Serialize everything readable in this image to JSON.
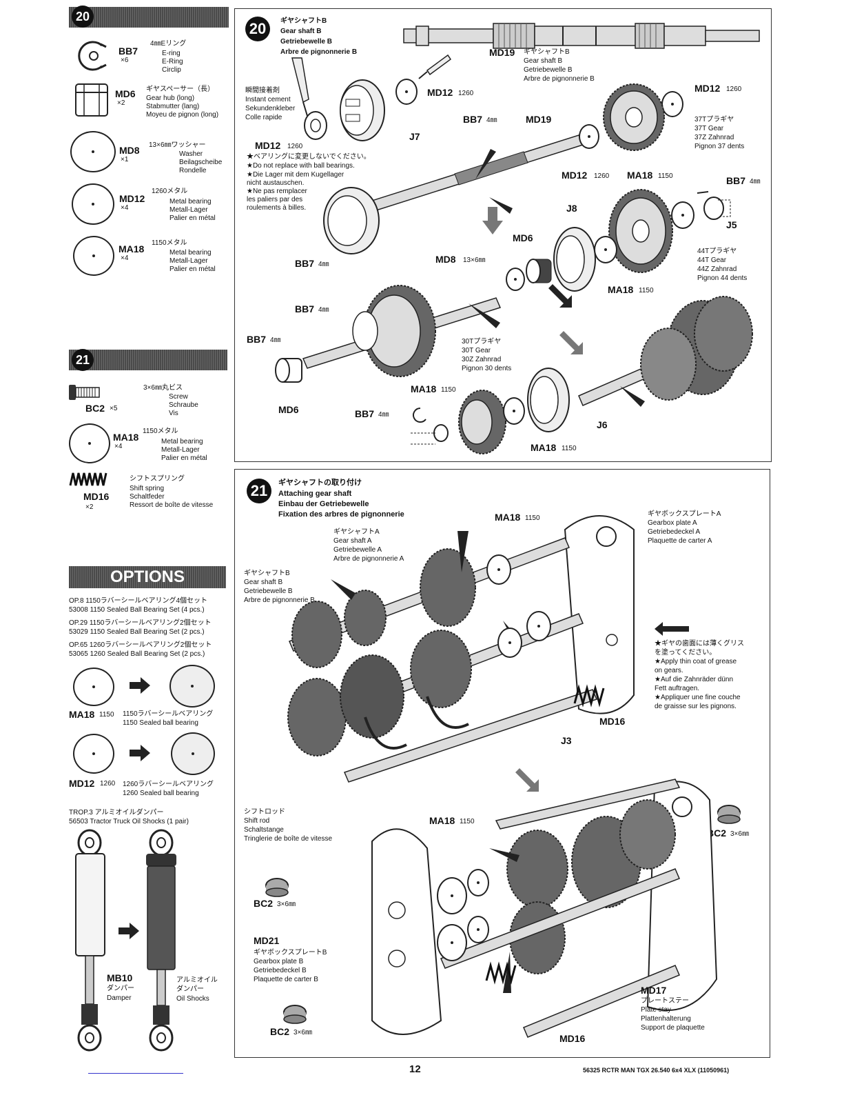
{
  "page_number": "12",
  "footer": "56325 RCTR MAN TGX 26.540 6x4 XLX (11050961)",
  "left": {
    "step20": {
      "num": "20",
      "parts": [
        {
          "code": "BB7",
          "qty": "×6",
          "size": "4㎜Eリング",
          "names": [
            "E-ring",
            "E-Ring",
            "Circlip"
          ]
        },
        {
          "code": "MD6",
          "qty": "×2",
          "size": "ギヤスペーサー（長）",
          "names": [
            "Gear hub (long)",
            "Stabmutter (lang)",
            "Moyeu de pignon (long)"
          ]
        },
        {
          "code": "MD8",
          "qty": "×1",
          "size": "13×6㎜ワッシャー",
          "names": [
            "Washer",
            "Beilagscheibe",
            "Rondelle"
          ]
        },
        {
          "code": "MD12",
          "qty": "×4",
          "size": "1260メタル",
          "names": [
            "Metal bearing",
            "Metall-Lager",
            "Palier en métal"
          ]
        },
        {
          "code": "MA18",
          "qty": "×4",
          "size": "1150メタル",
          "names": [
            "Metal bearing",
            "Metall-Lager",
            "Palier en métal"
          ]
        }
      ]
    },
    "step21": {
      "num": "21",
      "parts": [
        {
          "code": "BC2",
          "qty": "×5",
          "size": "3×6㎜丸ビス",
          "names": [
            "Screw",
            "Schraube",
            "Vis"
          ]
        },
        {
          "code": "MA18",
          "qty": "×4",
          "size": "1150メタル",
          "names": [
            "Metal bearing",
            "Metall-Lager",
            "Palier en métal"
          ]
        },
        {
          "code": "MD16",
          "qty": "×2",
          "size": "シフトスプリング",
          "names": [
            "Shift spring",
            "Schaltfeder",
            "Ressort de boîte de vitesse"
          ]
        }
      ]
    },
    "options": {
      "title": "OPTIONS",
      "lines": [
        "OP.8 1150ラバーシールベアリング4個セット",
        "53008 1150 Sealed Ball Bearing Set (4 pcs.)",
        "OP.29 1150ラバーシールベアリング2個セット",
        "53029 1150 Sealed Ball Bearing Set (2 pcs.)",
        "OP.65 1260ラバーシールベアリング2個セット",
        "53065 1260 Sealed Ball Bearing Set (2 pcs.)"
      ],
      "ma18": {
        "code": "MA18",
        "size": "1150",
        "jp": "1150ラバーシールベアリング",
        "en": "1150 Sealed ball bearing"
      },
      "md12": {
        "code": "MD12",
        "size": "1260",
        "jp": "1260ラバーシールベアリング",
        "en": "1260 Sealed ball bearing"
      },
      "trop_jp": "TROP.3 アルミオイルダンパー",
      "trop_en": "56503 Tractor Truck Oil Shocks (1 pair)",
      "mb10": "MB10",
      "damper_jp": "ダンパー",
      "damper_en": "Damper",
      "oil_jp1": "アルミオイル",
      "oil_jp2": "ダンパー",
      "oil_en": "Oil Shocks"
    }
  },
  "panel20": {
    "num": "20",
    "title": [
      "ギヤシャフトB",
      "Gear shaft B",
      "Getriebewelle B",
      "Arbre de pignonnerie B"
    ],
    "md19": {
      "code": "MD19",
      "lines": [
        "ギヤシャフトB",
        "Gear shaft B",
        "Getriebewelle B",
        "Arbre de pignonnerie B"
      ]
    },
    "cement": [
      "瞬間接着剤",
      "Instant cement",
      "Sekundenkleber",
      "Colle rapide"
    ],
    "note": [
      "★ベアリングに変更しないでください。",
      "★Do not replace with ball bearings.",
      "★Die Lager mit dem Kugellager",
      "nicht austauschen.",
      "★Ne pas remplacer",
      "les paliers par des",
      "roulements à billes."
    ],
    "gear37": [
      "37Tプラギヤ",
      "37T Gear",
      "37Z Zahnrad",
      "Pignon 37 dents"
    ],
    "gear44": [
      "44Tプラギヤ",
      "44T Gear",
      "44Z Zahnrad",
      "Pignon 44 dents"
    ],
    "gear30": [
      "30Tプラギヤ",
      "30T Gear",
      "30Z Zahnrad",
      "Pignon 30 dents"
    ],
    "labels": {
      "md12": "MD12",
      "s1260": "1260",
      "s1150": "1150",
      "bb7": "BB7",
      "mm4": "4㎜",
      "md19": "MD19",
      "ma18": "MA18",
      "j7": "J7",
      "j8": "J8",
      "j5": "J5",
      "j6": "J6",
      "md6": "MD6",
      "md8": "MD8",
      "md8size": "13×6㎜"
    }
  },
  "panel21": {
    "num": "21",
    "title": [
      "ギヤシャフトの取り付け",
      "Attaching gear shaft",
      "Einbau der Getriebewelle",
      "Fixation des arbres de pignonnerie"
    ],
    "shaftA": [
      "ギヤシャフトA",
      "Gear shaft A",
      "Getriebewelle A",
      "Arbre de pignonnerie A"
    ],
    "shaftB": [
      "ギヤシャフトB",
      "Gear shaft B",
      "Getriebewelle B",
      "Arbre de pignonnerie B"
    ],
    "plateA": [
      "ギヤボックスプレートA",
      "Gearbox plate A",
      "Getriebedeckel A",
      "Plaquette de carter A"
    ],
    "grease": [
      "★ギヤの歯面には薄くグリス",
      "を塗ってください。",
      "★Apply thin coat of grease",
      "on gears.",
      "★Auf die Zahnräder dünn",
      "Fett auftragen.",
      "★Appliquer une fine couche",
      "de graisse sur les pignons."
    ],
    "shiftrod": [
      "シフトロッド",
      "Shift rod",
      "Schaltstange",
      "Tringlerie de boîte de vitesse"
    ],
    "md21": [
      "MD21",
      "ギヤボックスプレートB",
      "Gearbox plate B",
      "Getriebedeckel B",
      "Plaquette de carter B"
    ],
    "md17": [
      "MD17",
      "プレートステー",
      "Plate stay",
      "Plattenhalterung",
      "Support de plaquette"
    ],
    "labels": {
      "ma18": "MA18",
      "s1150": "1150",
      "md16": "MD16",
      "j3": "J3",
      "bc2": "BC2",
      "size36": "3×6㎜"
    }
  }
}
